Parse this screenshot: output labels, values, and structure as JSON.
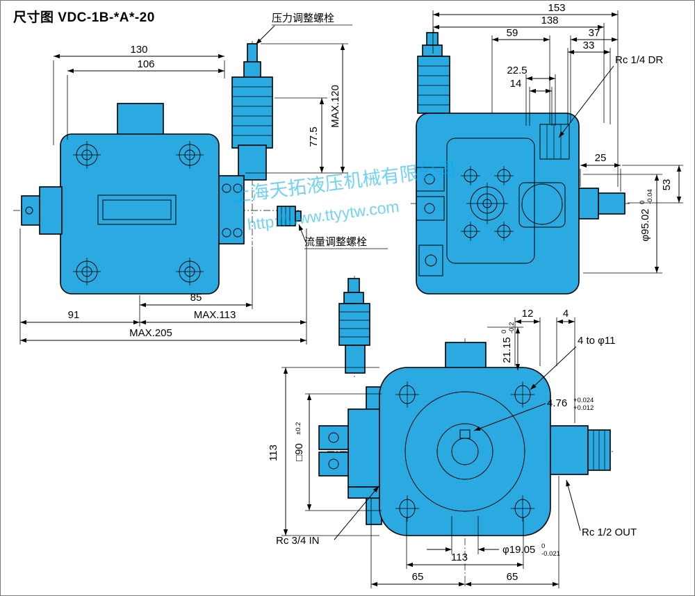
{
  "title": "尺寸图 VDC-1B-*A*-20",
  "watermark": {
    "company": "上海天拓液压机械有限公司",
    "url": "http://www.ttyytw.com"
  },
  "colors": {
    "pump": "#2BAAE2",
    "outline": "#000000",
    "watermark": "#00AEEF",
    "background": "#FFFFFF"
  },
  "callouts": {
    "pressure_bolt": "压力调整螺栓",
    "flow_bolt": "流量调整螺栓",
    "drain_port": "Rc 1/4 DR",
    "inlet_port": "Rc 3/4 IN",
    "outlet_port": "Rc 1/2 OUT",
    "mounting_holes": "4 to φ11"
  },
  "front_view": {
    "width_130": "130",
    "width_106": "106",
    "height_max120": "MAX.120",
    "height_77_5": "77.5",
    "dim_85": "85",
    "dim_91": "91",
    "dim_max113": "MAX.113",
    "dim_max205": "MAX.205"
  },
  "side_view": {
    "dim_153": "153",
    "dim_138": "138",
    "dim_59": "59",
    "dim_37": "37",
    "dim_33": "33",
    "dim_22_5": "22.5",
    "dim_14": "14",
    "dim_25": "25",
    "dim_53": "53",
    "spigot_dia": "φ95.02",
    "spigot_tol_upper": "0",
    "spigot_tol_lower": "-0.04"
  },
  "rear_view": {
    "dim_12": "12",
    "dim_4": "4",
    "keyway_depth": "21.15",
    "keyway_depth_tol_upper": "0",
    "keyway_depth_tol_lower": "-0.2",
    "keyway_width": "4.76",
    "keyway_width_tol_upper": "+0.024",
    "keyway_width_tol_lower": "+0.012",
    "height_113": "113",
    "square_90": "□90",
    "square_90_tol": "±0.2",
    "shaft_dia": "φ19.05",
    "shaft_tol_upper": "0",
    "shaft_tol_lower": "-0.021",
    "width_113": "113",
    "dim_65_left": "65",
    "dim_65_right": "65"
  }
}
